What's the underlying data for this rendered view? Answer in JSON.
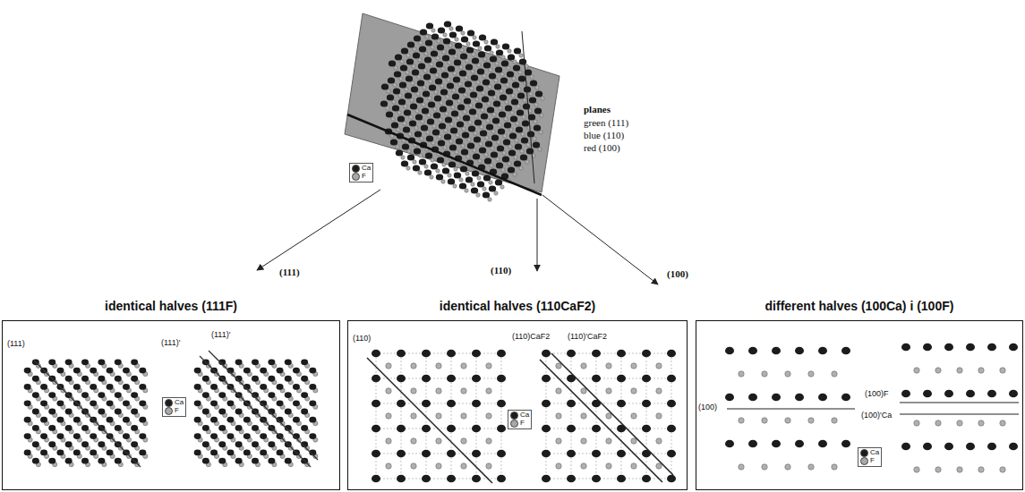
{
  "diagram": {
    "nodes": [
      {
        "text": [
          "identical halves (111F)"
        ]
      },
      {
        "text": [
          "identical halves (110CaF2)"
        ]
      },
      {
        "text": [
          "different halves (100Ca) i (100F)"
        ]
      }
    ],
    "labels": [
      "planes",
      "green (111)",
      "blue (110)",
      "red (100)",
      "(111)",
      "(110)",
      "(100)",
      "(111)",
      "(111)'",
      "(111)'",
      "(110)",
      "(110)CaF2",
      "(110)'CaF2",
      "(100)",
      "(100)F",
      "(100)'Ca"
    ],
    "legend": [
      {
        "text": "Ca",
        "color": "#1c1c1c"
      },
      {
        "text": "F",
        "color": "#a8a8a8"
      },
      {
        "text": "Ca",
        "color": "#1c1c1c"
      },
      {
        "text": "F",
        "color": "#a8a8a8"
      },
      {
        "text": "Ca",
        "color": "#1c1c1c"
      },
      {
        "text": "F",
        "color": "#a8a8a8"
      },
      {
        "text": "Ca",
        "color": "#1c1c1c"
      },
      {
        "text": "F",
        "color": "#a8a8a8"
      }
    ]
  }
}
